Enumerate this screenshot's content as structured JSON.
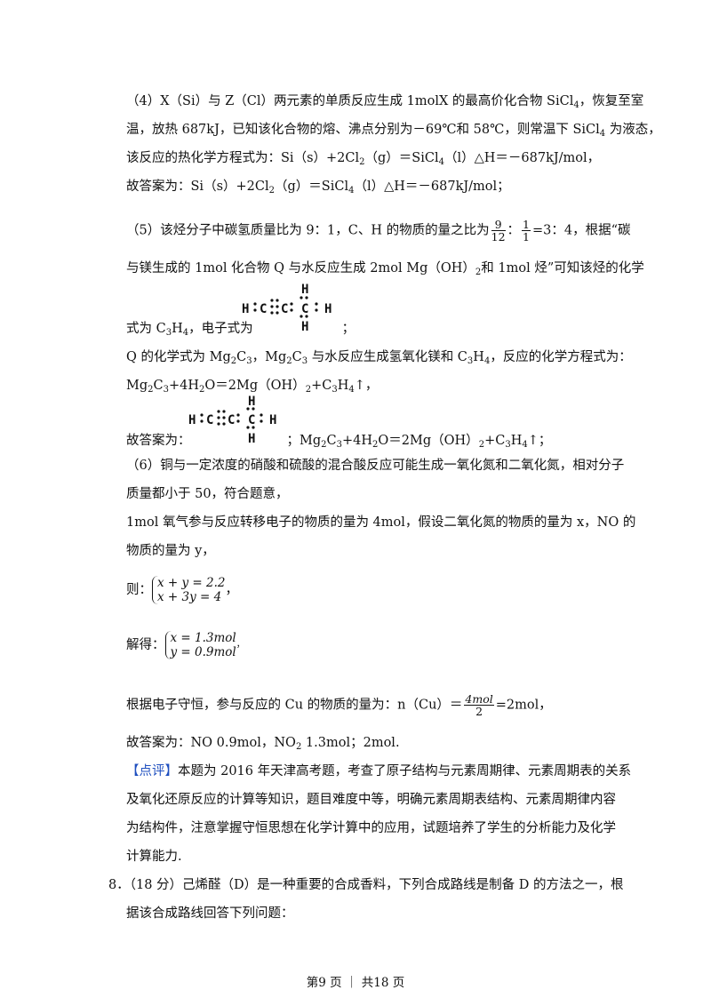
{
  "p4": {
    "l1": "（4）X（Si）与 Z（Cl）两元素的单质反应生成 1molX 的最高价化合物 SiCl",
    "l1b": "，恢复至室",
    "l2": "温，放热 687kJ，已知该化合物的熔、沸点分别为－69℃和 58℃，则常温下 SiCl",
    "l2b": " 为液态，",
    "l3": "该反应的热化学方程式为：Si（s）+2Cl",
    "l3b": "（g）＝SiCl",
    "l3c": "（l）△H＝－687kJ/mol，",
    "l4": "故答案为：Si（s）+2Cl",
    "l4b": "（g）＝SiCl",
    "l4c": "（l）△H＝－687kJ/mol；",
    "sub2": "2",
    "sub4": "4"
  },
  "p5": {
    "l1a": "（5）该烃分子中碳氢质量比为 9：1，C、H 的物质的量之比为",
    "f1_num": "9",
    "f1_den": "12",
    "colon": "：",
    "f2_num": "1",
    "f2_den": "1",
    "l1b": "=3：4，根据“碳",
    "l2": "与镁生成的 1mol 化合物 Q 与水反应生成 2mol Mg（OH）",
    "l2b": "和 1mol 烃”可知该烃的化学",
    "l3": "式为 C",
    "l3b": "H",
    "l3c": "，电子式为",
    "l3d": "；",
    "l4": "Q 的化学式为 Mg",
    "l4b": "C",
    "l4c": "，Mg",
    "l4d": "C",
    "l4e": " 与水反应生成氢氧化镁和 C",
    "l4f": "H",
    "l4g": "，反应的化学方程式为：",
    "l5": "Mg",
    "l5b": "C",
    "l5c": "+4H",
    "l5d": "O＝2Mg（OH）",
    "l5e": "+C",
    "l5f": "H",
    "l5g": "↑，",
    "l6": "故答案为：",
    "l6b": "；Mg",
    "l6c": "C",
    "l6d": "+4H",
    "l6e": "O＝2Mg（OH）",
    "l6f": "+C",
    "l6g": "H",
    "l6h": "↑；",
    "sub2": "2",
    "sub3": "3",
    "sub4": "4"
  },
  "struct": {
    "h_top": "H",
    "h_bot": "H",
    "row": "H C C C H",
    "h_left": "H",
    "c1": "C",
    "c2": "C",
    "c3": "C",
    "h_right": "H"
  },
  "p6": {
    "l1": "（6）铜与一定浓度的硝酸和硫酸的混合酸反应可能生成一氧化氮和二氧化氮，相对分子",
    "l2": "质量都小于 50，符合题意，",
    "l3": "1mol 氧气参与反应转移电子的物质的量为 4mol，假设二氧化氮的物质的量为 x，NO 的",
    "l4": "物质的量为 y，",
    "then": "则：",
    "eq1": "x + y = 2.2",
    "eq2": "x + 3y = 4",
    "then_end": "，",
    "solve": "解得：",
    "sol1": "x = 1.3mol",
    "sol2": "y = 0.9mol",
    "solve_end": "，",
    "l5a": "根据电子守恒，参与反应的 Cu 的物质的量为：n（Cu）＝",
    "cu_num": "4mol",
    "cu_den": "2",
    "l5b": "=2mol，",
    "ans": "故答案为：NO 0.9mol，NO",
    "ans_b": " 1.3mol；2mol.",
    "sub2": "2"
  },
  "comment": {
    "tag": "【点评】",
    "l1": "本题为 2016 年天津高考题，考查了原子结构与元素周期律、元素周期表的关系",
    "l2": "及氧化还原反应的计算等知识，题目难度中等，明确元素周期表结构、元素周期律内容",
    "l3": "为结构件，注意掌握守恒思想在化学计算中的应用，试题培养了学生的分析能力及化学",
    "l4": "计算能力."
  },
  "q8": {
    "l1": "8．（18 分）己烯醛（D）是一种重要的合成香料，下列合成路线是制备 D 的方法之一，根",
    "l2": "据该合成路线回答下列问题："
  },
  "footer": "第9 页 ｜ 共18 页"
}
